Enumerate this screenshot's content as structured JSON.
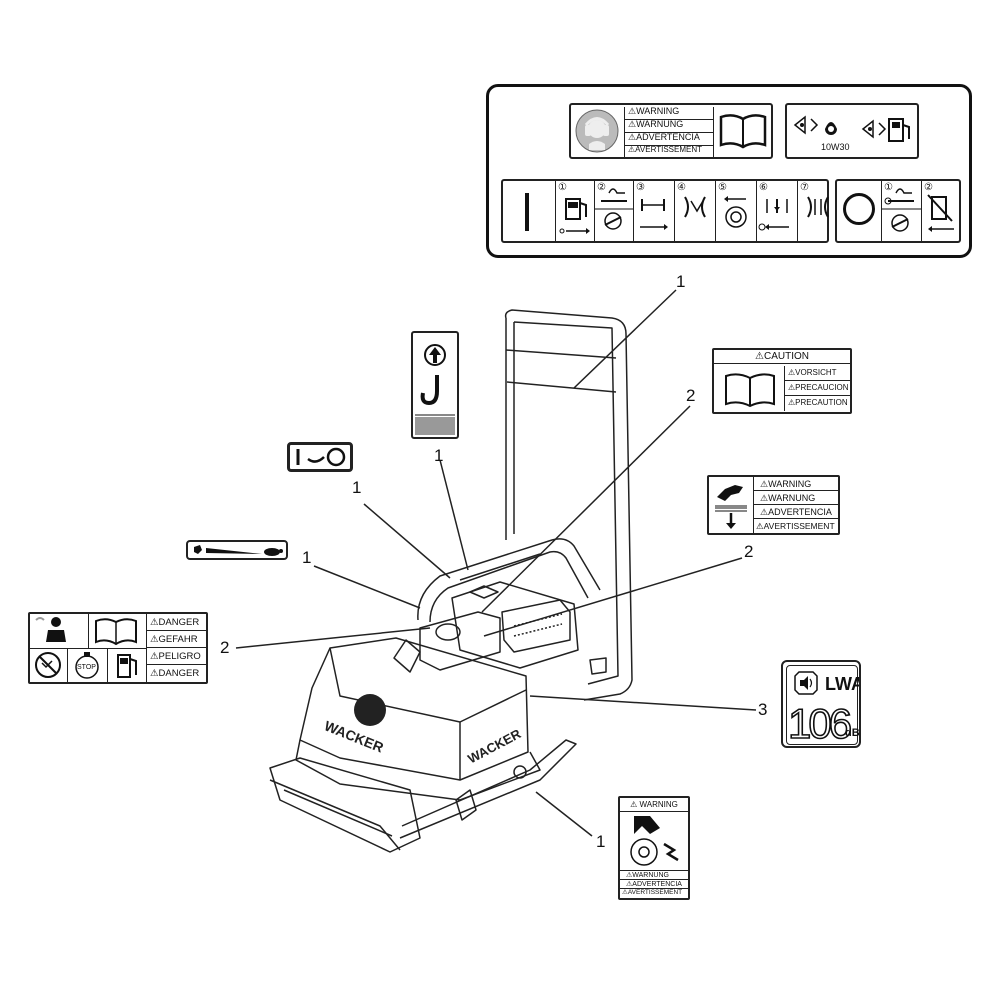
{
  "callouts": [
    "1",
    "1",
    "1",
    "1",
    "1",
    "2",
    "2",
    "2",
    "3"
  ],
  "top_panel": {
    "warning_label": {
      "lines": [
        "WARNING",
        "WARNUNG",
        "ADVERTENCIA",
        "AVERTISSEMENT"
      ]
    },
    "oil_label": {
      "oil_grade": "10W30"
    },
    "start_sequence": {
      "steps": [
        "①",
        "②",
        "③",
        "④",
        "⑤",
        "⑥",
        "⑦"
      ]
    },
    "stop_sequence": {
      "steps": [
        "①",
        "②"
      ]
    }
  },
  "caution_label": {
    "title": "CAUTION",
    "lines": [
      "VORSICHT",
      "PRECAUCION",
      "PRECAUTION"
    ]
  },
  "hand_warning_label": {
    "lines": [
      "WARNING",
      "WARNUNG",
      "ADVERTENCIA",
      "AVERTISSEMENT"
    ]
  },
  "danger_label": {
    "lines": [
      "DANGER",
      "GEFAHR",
      "PELIGRO",
      "DANGER"
    ],
    "stop_text": "STOP"
  },
  "noise_label": {
    "value": "106",
    "unit": "dB",
    "symbol": "LWA"
  },
  "belt_warning_label": {
    "top": "WARNING",
    "lines": [
      "WARNUNG",
      "ADVERTENCIA",
      "AVERTISSEMENT"
    ]
  },
  "machine": {
    "brand": "WACKER"
  }
}
